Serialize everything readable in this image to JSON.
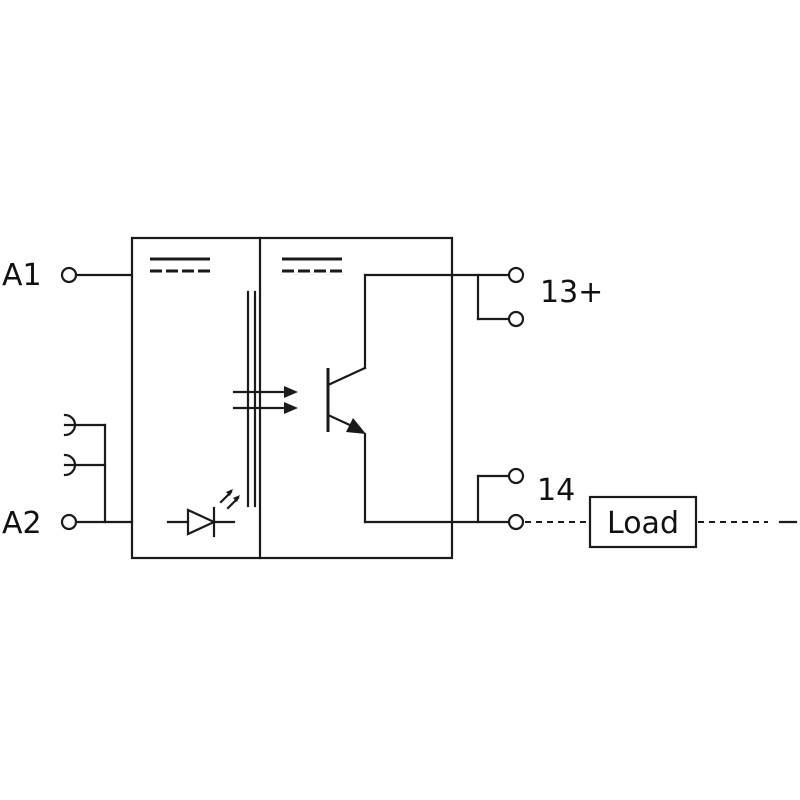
{
  "terminals": {
    "a1": "A1",
    "a2": "A2",
    "t13": "13+",
    "t14": "14"
  },
  "load": {
    "label": "Load"
  },
  "colors": {
    "line": "#1a1a1a",
    "background": "#ffffff"
  }
}
